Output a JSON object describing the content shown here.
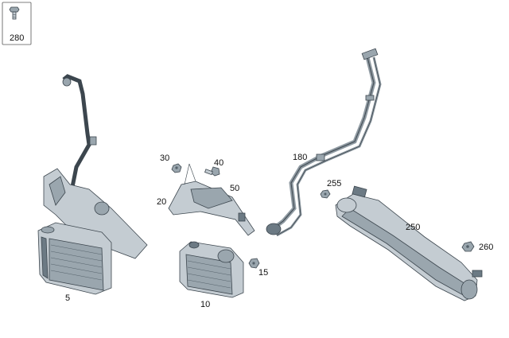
{
  "callouts": {
    "p5": "5",
    "p10": "10",
    "p15": "15",
    "p20": "20",
    "p30": "30",
    "p40": "40",
    "p50": "50",
    "p180": "180",
    "p250": "250",
    "p255": "255",
    "p260": "260",
    "p280": "280"
  },
  "colors": {
    "part": "#c4ccd2",
    "part_shadow": "#9aa6ae",
    "part_dark": "#6c7a84",
    "edge": "#3c464e"
  },
  "icons": {
    "screw": "screw-icon",
    "nut": "nut-icon"
  }
}
